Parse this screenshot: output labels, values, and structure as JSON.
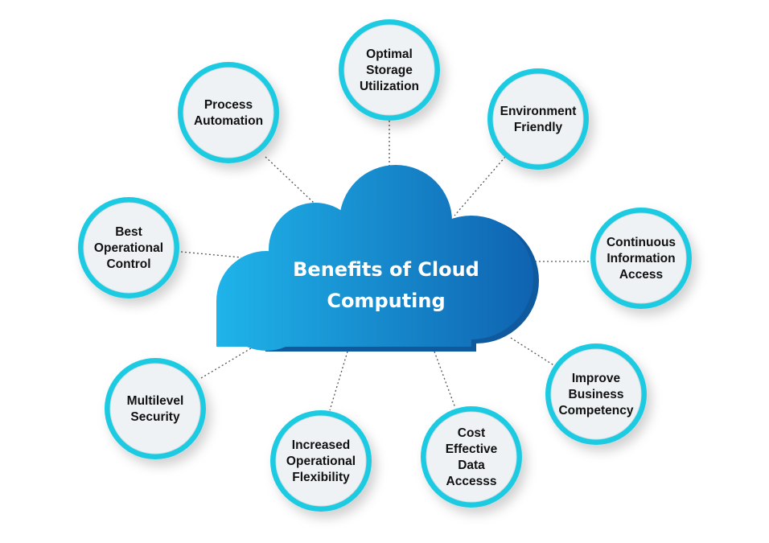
{
  "title": [
    "Benefits of Cloud",
    "Computing"
  ],
  "colors": {
    "ring": "#1ecbe1",
    "inner": "#eef2f4",
    "cloud_light": "#1fb2e8",
    "cloud_dark": "#0e5fae"
  },
  "nodes": [
    {
      "id": "optimal-storage-utilization",
      "lines": [
        "Optimal",
        "Storage",
        "Utilization"
      ]
    },
    {
      "id": "process-automation",
      "lines": [
        "Process",
        "Automation"
      ]
    },
    {
      "id": "environment-friendly",
      "lines": [
        "Environment",
        "Friendly"
      ]
    },
    {
      "id": "best-operational-control",
      "lines": [
        "Best",
        "Operational",
        "Control"
      ]
    },
    {
      "id": "continuous-information-access",
      "lines": [
        "Continuous",
        "Information",
        "Access"
      ]
    },
    {
      "id": "multilevel-security",
      "lines": [
        "Multilevel",
        "Security"
      ]
    },
    {
      "id": "increased-operational-flexibility",
      "lines": [
        "Increased",
        "Operational",
        "Flexibility"
      ]
    },
    {
      "id": "cost-effective-data-access",
      "lines": [
        "Cost",
        "Effective",
        "Data",
        "Accesss"
      ]
    },
    {
      "id": "improve-business-competency",
      "lines": [
        "Improve",
        "Business",
        "Competency"
      ]
    }
  ]
}
